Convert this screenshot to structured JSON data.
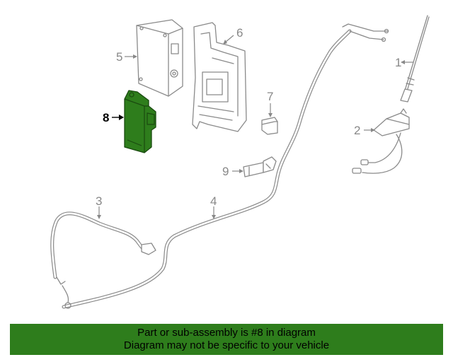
{
  "callouts": {
    "c1": "1",
    "c2": "2",
    "c3": "3",
    "c4": "4",
    "c5": "5",
    "c6": "6",
    "c7": "7",
    "c8": "8",
    "c9": "9"
  },
  "highlight": {
    "part_number": "8",
    "color": "#2e7d1c"
  },
  "banner": {
    "line1": "Part or sub-assembly is #8 in diagram",
    "line2": "Diagram may not be specific to your vehicle",
    "background": "#2e7d1c"
  }
}
